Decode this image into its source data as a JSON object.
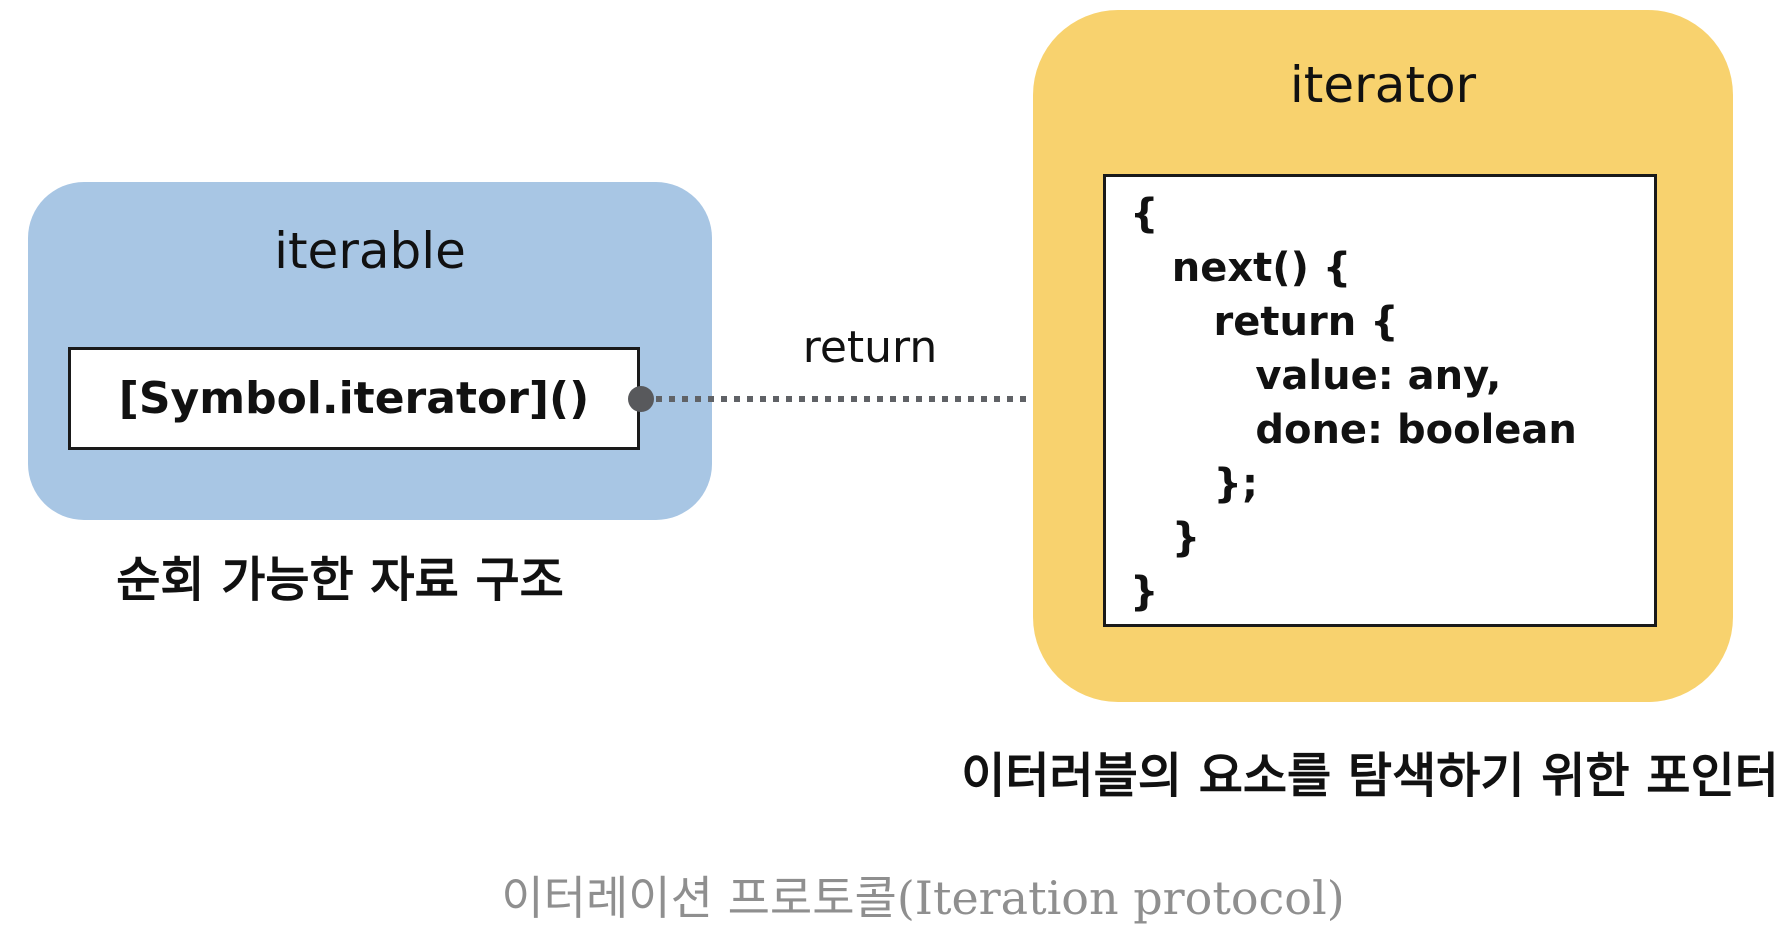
{
  "figure_caption": "이터레이션 프로토콜(Iteration protocol)",
  "iterable": {
    "title": "iterable",
    "method": "[Symbol.iterator]()",
    "caption": "순회 가능한 자료 구조"
  },
  "iterator": {
    "title": "iterator",
    "code_lines": [
      "{",
      "   next() {",
      "      return {",
      "         value: any,",
      "         done: boolean",
      "      };",
      "   }",
      "}"
    ],
    "caption": "이터러블의 요소를 탐색하기 위한 포인터"
  },
  "arrow": {
    "label": "return"
  },
  "colors": {
    "iterable_fill": "#a8c6e4",
    "iterator_fill": "#f8d26e",
    "box_border": "#1a1a1a",
    "arrow_gray": "#606266",
    "dot_gray": "#58595c",
    "caption_gray": "#8f8f8f",
    "text_black": "#111111",
    "background": "#ffffff"
  }
}
